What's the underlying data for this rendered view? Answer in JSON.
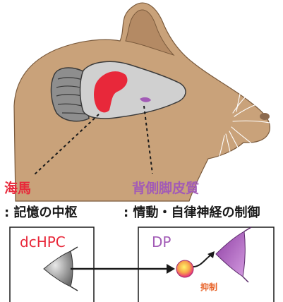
{
  "labels": {
    "hippocampus_title": "海馬",
    "hippocampus_desc": ": 記憶の中枢",
    "dp_title": "背側脚皮質",
    "dp_desc": ": 情動・自律神経の制御",
    "box_left": "dcHPC",
    "box_right": "DP",
    "inhibition": "抑制"
  },
  "colors": {
    "hippocampus": "#e8283a",
    "dp": "#a25bb6",
    "inhibition": "#e8642a",
    "rat_fur": "#c9a27a",
    "brain": "#d0d0d0"
  }
}
